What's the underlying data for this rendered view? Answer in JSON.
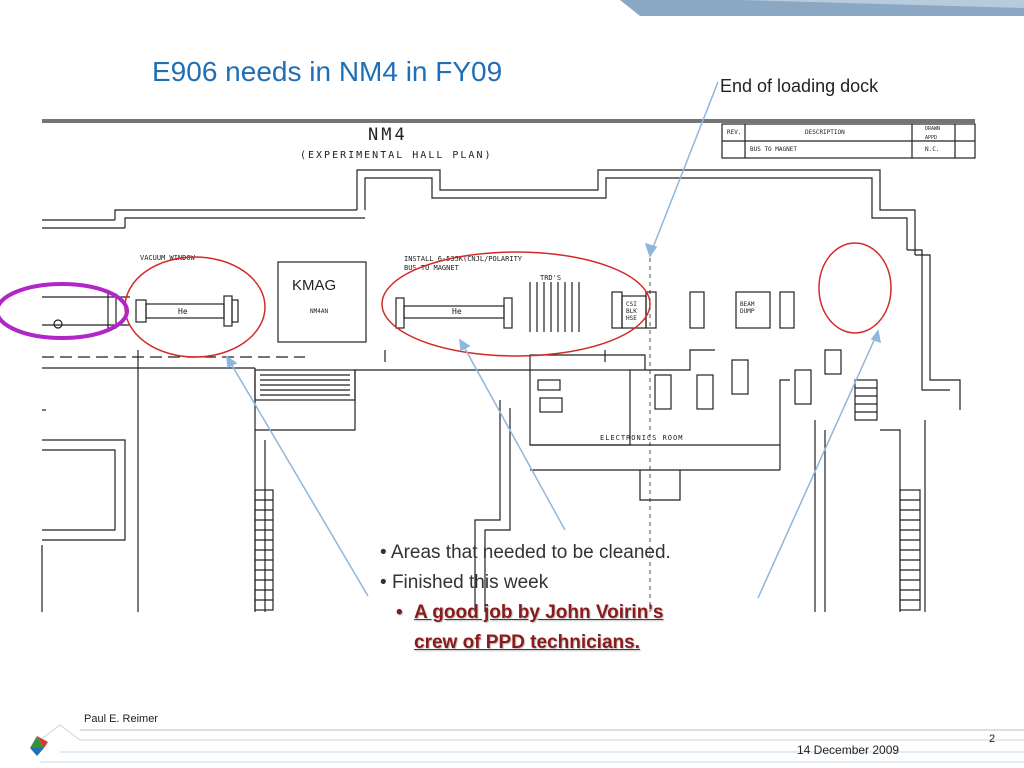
{
  "slide": {
    "title": "E906 needs in NM4 in FY09",
    "dock_label": "End of loading dock"
  },
  "plan": {
    "heading": "NM4",
    "subheading": "(EXPERIMENTAL HALL PLAN)",
    "kmag_label": "KMAG",
    "kmag_sub": "NM4AN",
    "vacuum_window": "VACUUM WINDOW",
    "install_note_1": "INSTALL 6-535K(CNJL/POLARITY",
    "install_note_2": "BUS TO MAGNET",
    "he_label": "He",
    "trds_label": "TRD'S",
    "csi_label_1": "CSI",
    "csi_label_2": "BLK",
    "csi_label_3": "HSE",
    "beam_dump_1": "BEAM",
    "beam_dump_2": "DUMP",
    "electronics_room": "ELECTRONICS ROOM",
    "title_block": {
      "rev": "REV.",
      "description": "DESCRIPTION",
      "drawn": "DRAWN",
      "appd": "APPD",
      "bus_to_magnet": "BUS TO MAGNET",
      "nc": "N.C."
    }
  },
  "bullets": {
    "items": [
      "Areas that needed to be cleaned.",
      "Finished this week"
    ],
    "sub_line_1": "A good job by John Voirin's",
    "sub_line_2": "crew of PPD technicians."
  },
  "footer": {
    "author": "Paul E. Reimer",
    "date": "14 December 2009",
    "page": "2"
  },
  "colors": {
    "title": "#1f6fb5",
    "circle_red": "#d42a2a",
    "circle_magenta": "#b026c8",
    "arrow": "#8fb6dc",
    "sub_bullet": "#8b1a1a",
    "header_band": "#8aa8c4"
  }
}
